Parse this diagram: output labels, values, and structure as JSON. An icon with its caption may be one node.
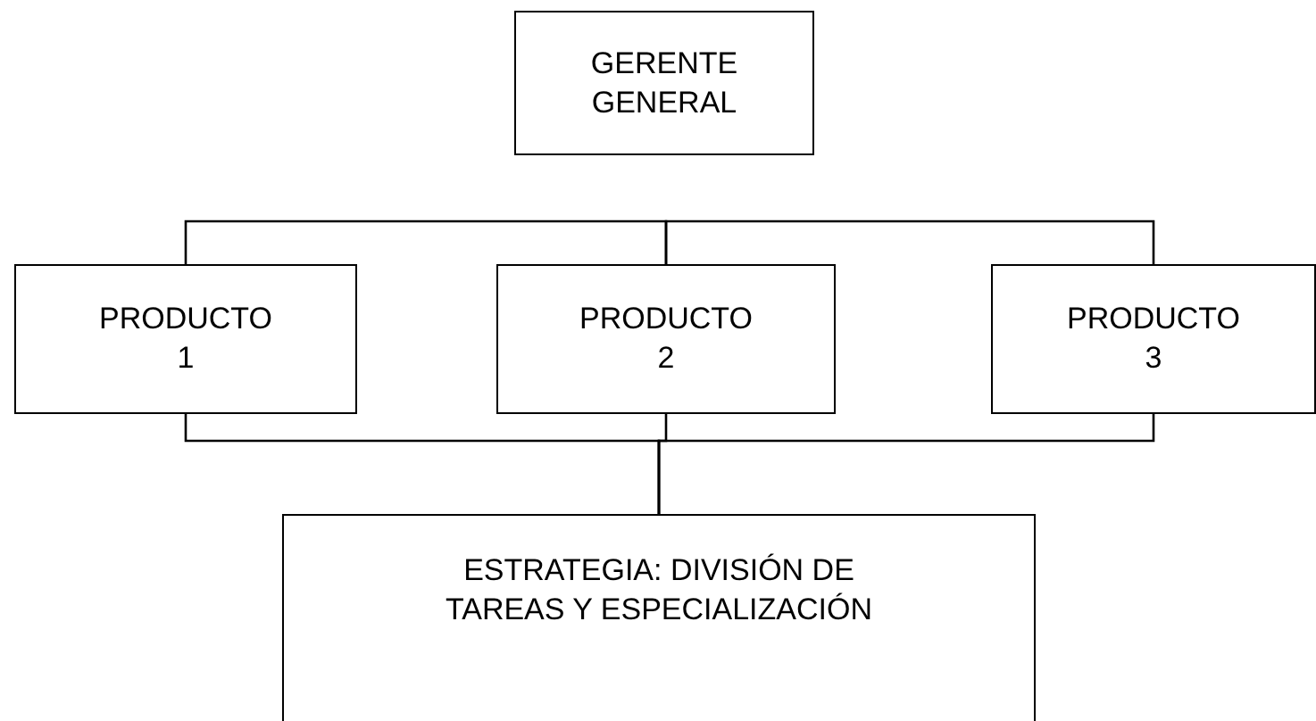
{
  "diagram": {
    "nodes": [
      {
        "text": [
          "GERENTE GENERAL"
        ]
      },
      {
        "text": [
          "PRODUCTO 1"
        ]
      },
      {
        "text": [
          "PRODUCTO 2"
        ]
      },
      {
        "text": [
          "PRODUCTO 3"
        ]
      },
      {
        "text": [
          "ESTRATEGIA: DIVISIÓN DE TAREAS Y ESPECIALIZACIÓN"
        ]
      }
    ],
    "edges": [
      {
        "from": 1,
        "to": 2,
        "arrow": "none"
      },
      {
        "from": 2,
        "to": 3,
        "arrow": "none"
      },
      {
        "from": 1,
        "to": 4,
        "arrow": "none"
      },
      {
        "from": 2,
        "to": 4,
        "arrow": "none"
      },
      {
        "from": 3,
        "to": 4,
        "arrow": "none"
      }
    ]
  }
}
